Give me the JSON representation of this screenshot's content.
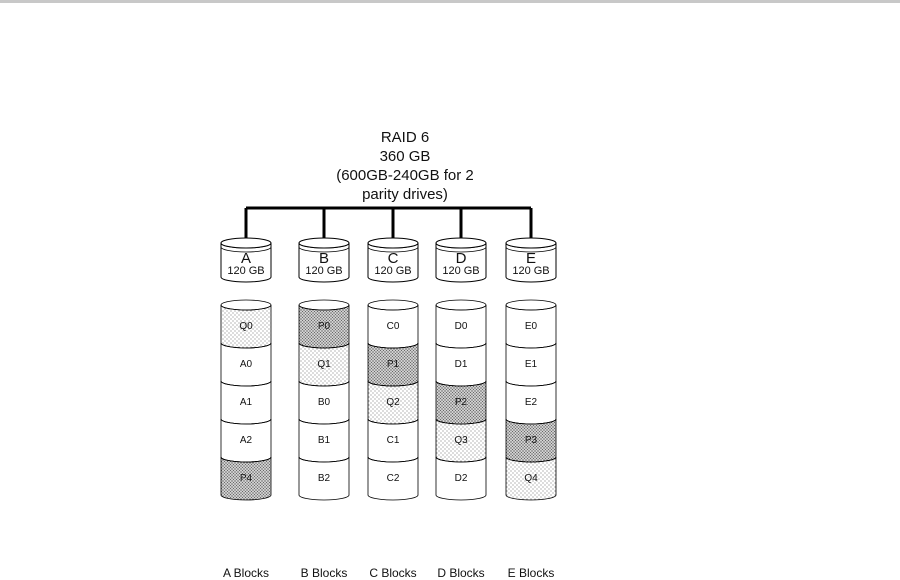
{
  "title": {
    "line1": "RAID 6",
    "line2": "360 GB",
    "line3": "(600GB-240GB for  2",
    "line4": "parity drives)"
  },
  "drives": [
    {
      "letter": "A",
      "size": "120 GB"
    },
    {
      "letter": "B",
      "size": "120 GB"
    },
    {
      "letter": "C",
      "size": "120 GB"
    },
    {
      "letter": "D",
      "size": "120 GB"
    },
    {
      "letter": "E",
      "size": "120 GB"
    }
  ],
  "stacks": [
    {
      "blocks": [
        {
          "label": "Q0",
          "fill": "q"
        },
        {
          "label": "A0",
          "fill": "none"
        },
        {
          "label": "A1",
          "fill": "none"
        },
        {
          "label": "A2",
          "fill": "none"
        },
        {
          "label": "P4",
          "fill": "p"
        }
      ]
    },
    {
      "blocks": [
        {
          "label": "P0",
          "fill": "p"
        },
        {
          "label": "Q1",
          "fill": "q"
        },
        {
          "label": "B0",
          "fill": "none"
        },
        {
          "label": "B1",
          "fill": "none"
        },
        {
          "label": "B2",
          "fill": "none"
        }
      ]
    },
    {
      "blocks": [
        {
          "label": "C0",
          "fill": "none"
        },
        {
          "label": "P1",
          "fill": "p"
        },
        {
          "label": "Q2",
          "fill": "q"
        },
        {
          "label": "C1",
          "fill": "none"
        },
        {
          "label": "C2",
          "fill": "none"
        }
      ]
    },
    {
      "blocks": [
        {
          "label": "D0",
          "fill": "none"
        },
        {
          "label": "D1",
          "fill": "none"
        },
        {
          "label": "P2",
          "fill": "p"
        },
        {
          "label": "Q3",
          "fill": "q"
        },
        {
          "label": "D2",
          "fill": "none"
        }
      ]
    },
    {
      "blocks": [
        {
          "label": "E0",
          "fill": "none"
        },
        {
          "label": "E1",
          "fill": "none"
        },
        {
          "label": "E2",
          "fill": "none"
        },
        {
          "label": "P3",
          "fill": "p"
        },
        {
          "label": "Q4",
          "fill": "q"
        }
      ]
    }
  ],
  "column_labels": [
    "A Blocks",
    "B Blocks",
    "C Blocks",
    "D Blocks",
    "E Blocks"
  ]
}
